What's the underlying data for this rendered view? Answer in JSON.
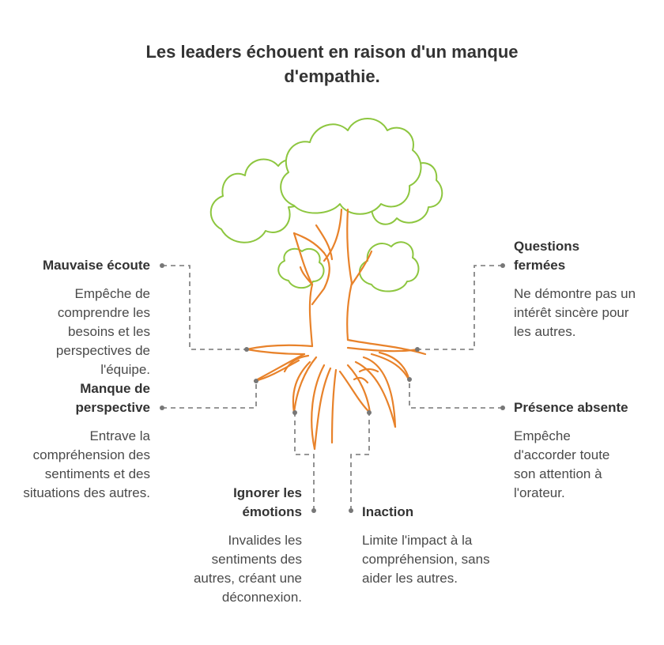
{
  "title": {
    "line1": "Les leaders échouent en raison d'un manque",
    "line2": "d'empathie."
  },
  "items": [
    {
      "heading": "Mauvaise écoute",
      "description": "Empêche de comprendre les besoins et les perspectives de l'équipe."
    },
    {
      "heading": "Manque de perspective",
      "description": "Entrave la compréhension des sentiments et des situations des autres."
    },
    {
      "heading": "Ignorer les émotions",
      "description": "Invalides les sentiments des autres, créant une déconnexion."
    },
    {
      "heading": "Inaction",
      "description": "Limite l'impact à la compréhension, sans aider les autres."
    },
    {
      "heading": "Questions fermées",
      "description": "Ne démontre pas un intérêt sincère pour les autres."
    },
    {
      "heading": "Présence absente",
      "description": "Empêche d'accorder toute son attention à l'orateur."
    }
  ],
  "colors": {
    "canopy_stroke": "#8dc63f",
    "root_stroke": "#e8822a",
    "connector": "#777777",
    "text": "#333333"
  }
}
